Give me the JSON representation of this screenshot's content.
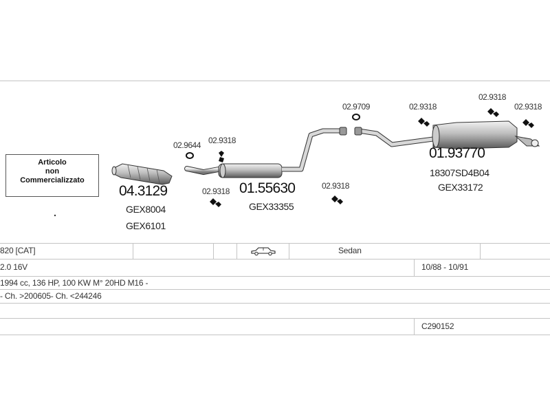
{
  "diagram": {
    "note": {
      "line1": "Articolo",
      "line2": "non",
      "line3": "Commercializzato"
    },
    "refs": {
      "r0_9644": "02.9644",
      "r0_9318_a": "02.9318",
      "r0_9318_b": "02.9318",
      "r0_9318_c": "02.9318",
      "r0_9709": "02.9709",
      "r0_9318_d": "02.9318",
      "r0_9318_e": "02.9318",
      "r0_9318_f": "02.9318"
    },
    "parts": {
      "cat_main": "04.3129",
      "cat_sub1": "GEX8004",
      "cat_sub2": "GEX6101",
      "mid_main": "01.55630",
      "mid_sub1": "GEX33355",
      "rear_main": "01.93770",
      "rear_sub1": "18307SD4B04",
      "rear_sub2": "GEX33172"
    }
  },
  "vehicle": {
    "model": "820  [CAT]",
    "body": "Sedan",
    "engine": "2.0 16V",
    "years": "10/88 - 10/91",
    "spec": "1994 cc, 136 HP, 100 KW M° 20HD M16 -",
    "chassis": "- Ch. >200605- Ch. <244246",
    "code": "C290152",
    "car_icon": "sedan-car-icon"
  }
}
